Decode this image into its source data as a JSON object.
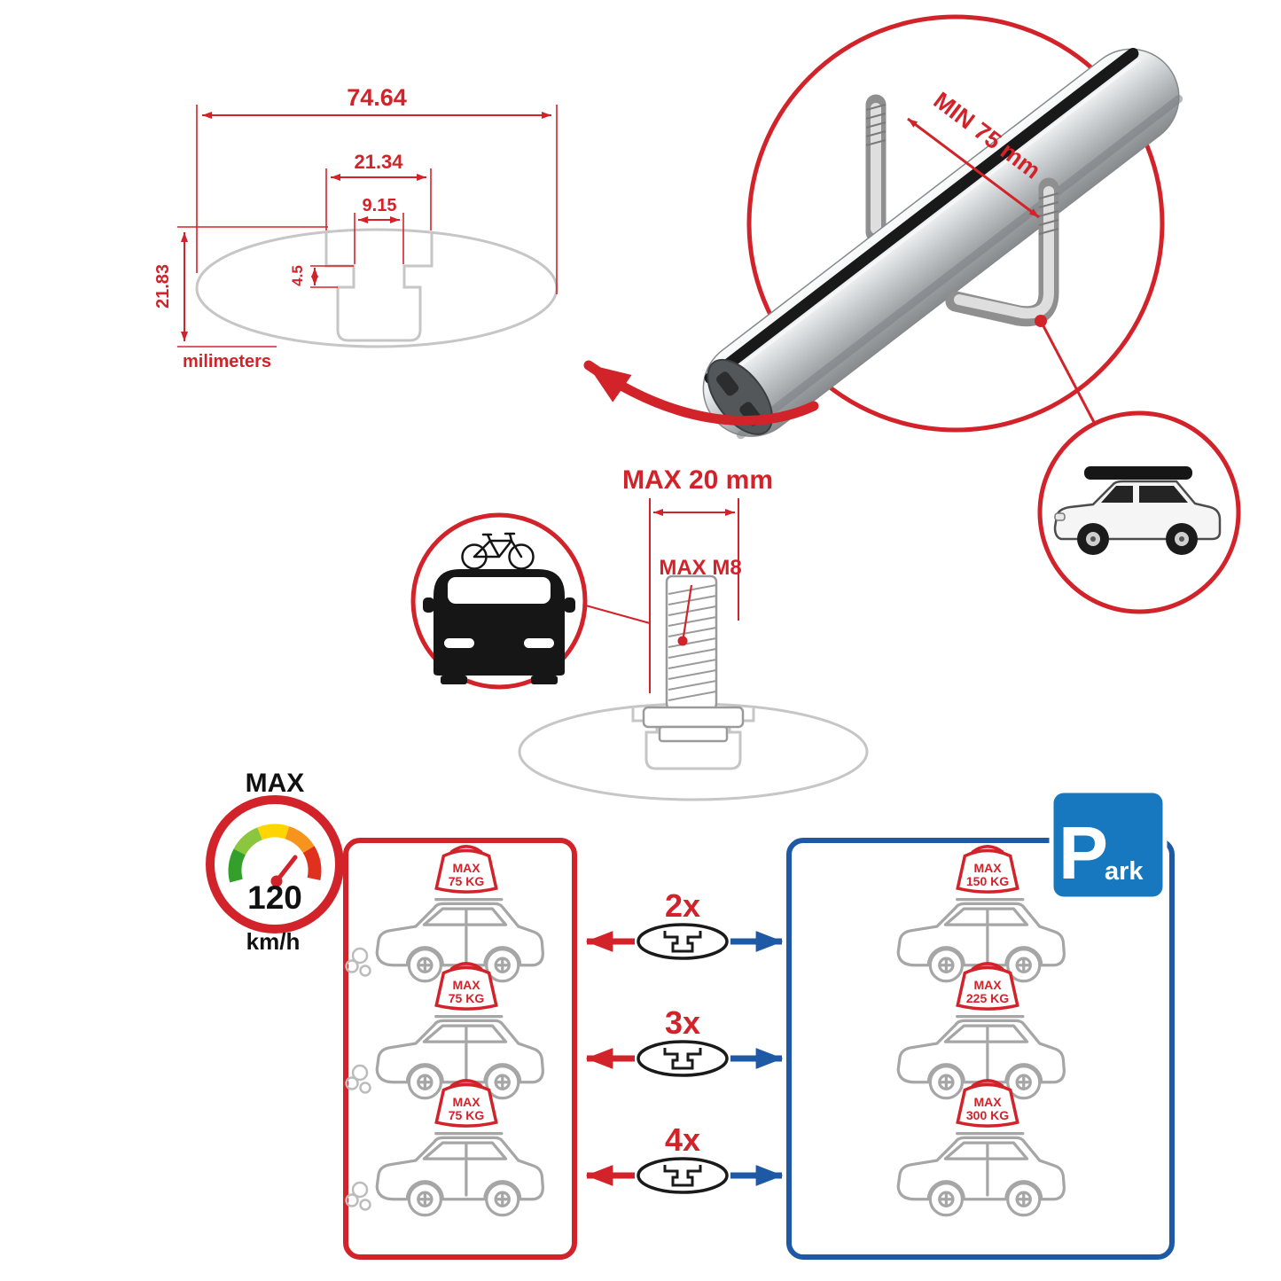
{
  "profile_diagram": {
    "dim_total_width": "74.64",
    "dim_channel_outer": "21.34",
    "dim_channel_inner": "9.15",
    "dim_lip_height": "4.5",
    "dim_total_height": "21.83",
    "units_label": "milimeters"
  },
  "crossbar_detail": {
    "min_clamp_label": "MIN 75 mm"
  },
  "fitting_detail": {
    "max_bolt_length_label": "MAX 20 mm",
    "max_thread_label": "MAX M8"
  },
  "speed_gauge": {
    "top_label": "MAX",
    "value": "120",
    "unit": "km/h"
  },
  "multiplier_rows": [
    {
      "label": "2x"
    },
    {
      "label": "3x"
    },
    {
      "label": "4x"
    }
  ],
  "driving_panel": {
    "cars": [
      {
        "load_line1": "MAX",
        "load_line2": "75 KG"
      },
      {
        "load_line1": "MAX",
        "load_line2": "75 KG"
      },
      {
        "load_line1": "MAX",
        "load_line2": "75 KG"
      }
    ]
  },
  "parked_panel": {
    "sign_big": "P",
    "sign_small": "ark",
    "cars": [
      {
        "load_line1": "MAX",
        "load_line2": "150 KG"
      },
      {
        "load_line1": "MAX",
        "load_line2": "225 KG"
      },
      {
        "load_line1": "MAX",
        "load_line2": "300 KG"
      }
    ]
  },
  "colors": {
    "red": "#d2232a",
    "blue": "#1d59a5",
    "park_blue": "#1778bf",
    "profile_gray": "#c6c6c6"
  }
}
